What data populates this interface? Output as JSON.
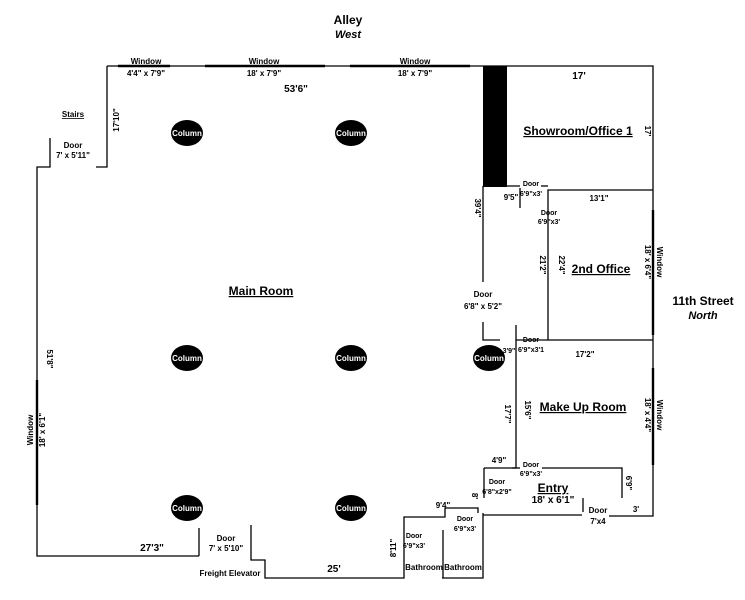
{
  "streets": {
    "alley": "Alley",
    "alley_dir": "West",
    "eleventh": "11th Street",
    "eleventh_dir": "North"
  },
  "rooms": {
    "main": "Main Room",
    "showroom": "Showroom/Office 1",
    "office2": "2nd Office",
    "makeup": "Make Up Room",
    "entry": "Entry",
    "entry_dims": "18' x 6'1\"",
    "bathroom1": "Bathroom",
    "bathroom2": "Bathroom",
    "stairs": "Stairs",
    "freight": "Freight Elevator"
  },
  "column_label": "Column",
  "windows": {
    "w1_label": "Window",
    "w1_dims": "4'4\" x 7'9\"",
    "w2_label": "Window",
    "w2_dims": "18' x 7'9\"",
    "w3_label": "Window",
    "w3_dims": "18' x 7'9\"",
    "w4_label": "Window",
    "w4_dims": "18' x 6'1\"",
    "w5_label": "Window",
    "w5_dims": "18' x 6'4\"",
    "w6_label": "Window",
    "w6_dims": "18' x 4'4\""
  },
  "doors": {
    "stairs_label": "Door",
    "stairs_dims": "7' x 5'11\"",
    "freight_label": "Door",
    "freight_dims": "7' x 5'10\"",
    "main_label": "Door",
    "main_dims": "6'8\" x 5'2\"",
    "showroom_label": "Door",
    "showroom_dims": "6'9\"x3'",
    "office2_label": "Door",
    "office2_dims": "6'9\"x3'",
    "makeup_label": "Door",
    "makeup_dims": "6'9\"x3'1",
    "entry_label": "Door",
    "entry_dims": "6'9\"x3'",
    "entry2_label": "Door",
    "entry2_dims": "6'8\"x2'9\"",
    "bath1_label": "Door",
    "bath1_dims": "6'9\"x3'",
    "bath2_label": "Door",
    "bath2_dims": "6'9\"x3'",
    "front_label": "Door",
    "front_dims": "7'x4"
  },
  "measurements": {
    "top_length": "53'6\"",
    "left_top": "17'10\"",
    "left_side": "51'8\"",
    "bottom_left": "27'3\"",
    "bottom_mid": "25'",
    "showroom_width": "17'",
    "showroom_height": "17'",
    "pillar_len": "39'4\"",
    "gap_95": "9'5\"",
    "office_top": "13'1\"",
    "office_left": "21'2\"",
    "office_left2": "22'4\"",
    "makeup_top": "17'2\"",
    "gap_39": "3'9\"",
    "makeup_left": "17'7\"",
    "makeup_left2": "15'6\"",
    "entry_gap": "4'9\"",
    "entry_side": "6'9\"",
    "entry_right": "3'",
    "bath_top": "9'4\"",
    "bath_gap": "8'",
    "bath_left": "8'11\""
  }
}
